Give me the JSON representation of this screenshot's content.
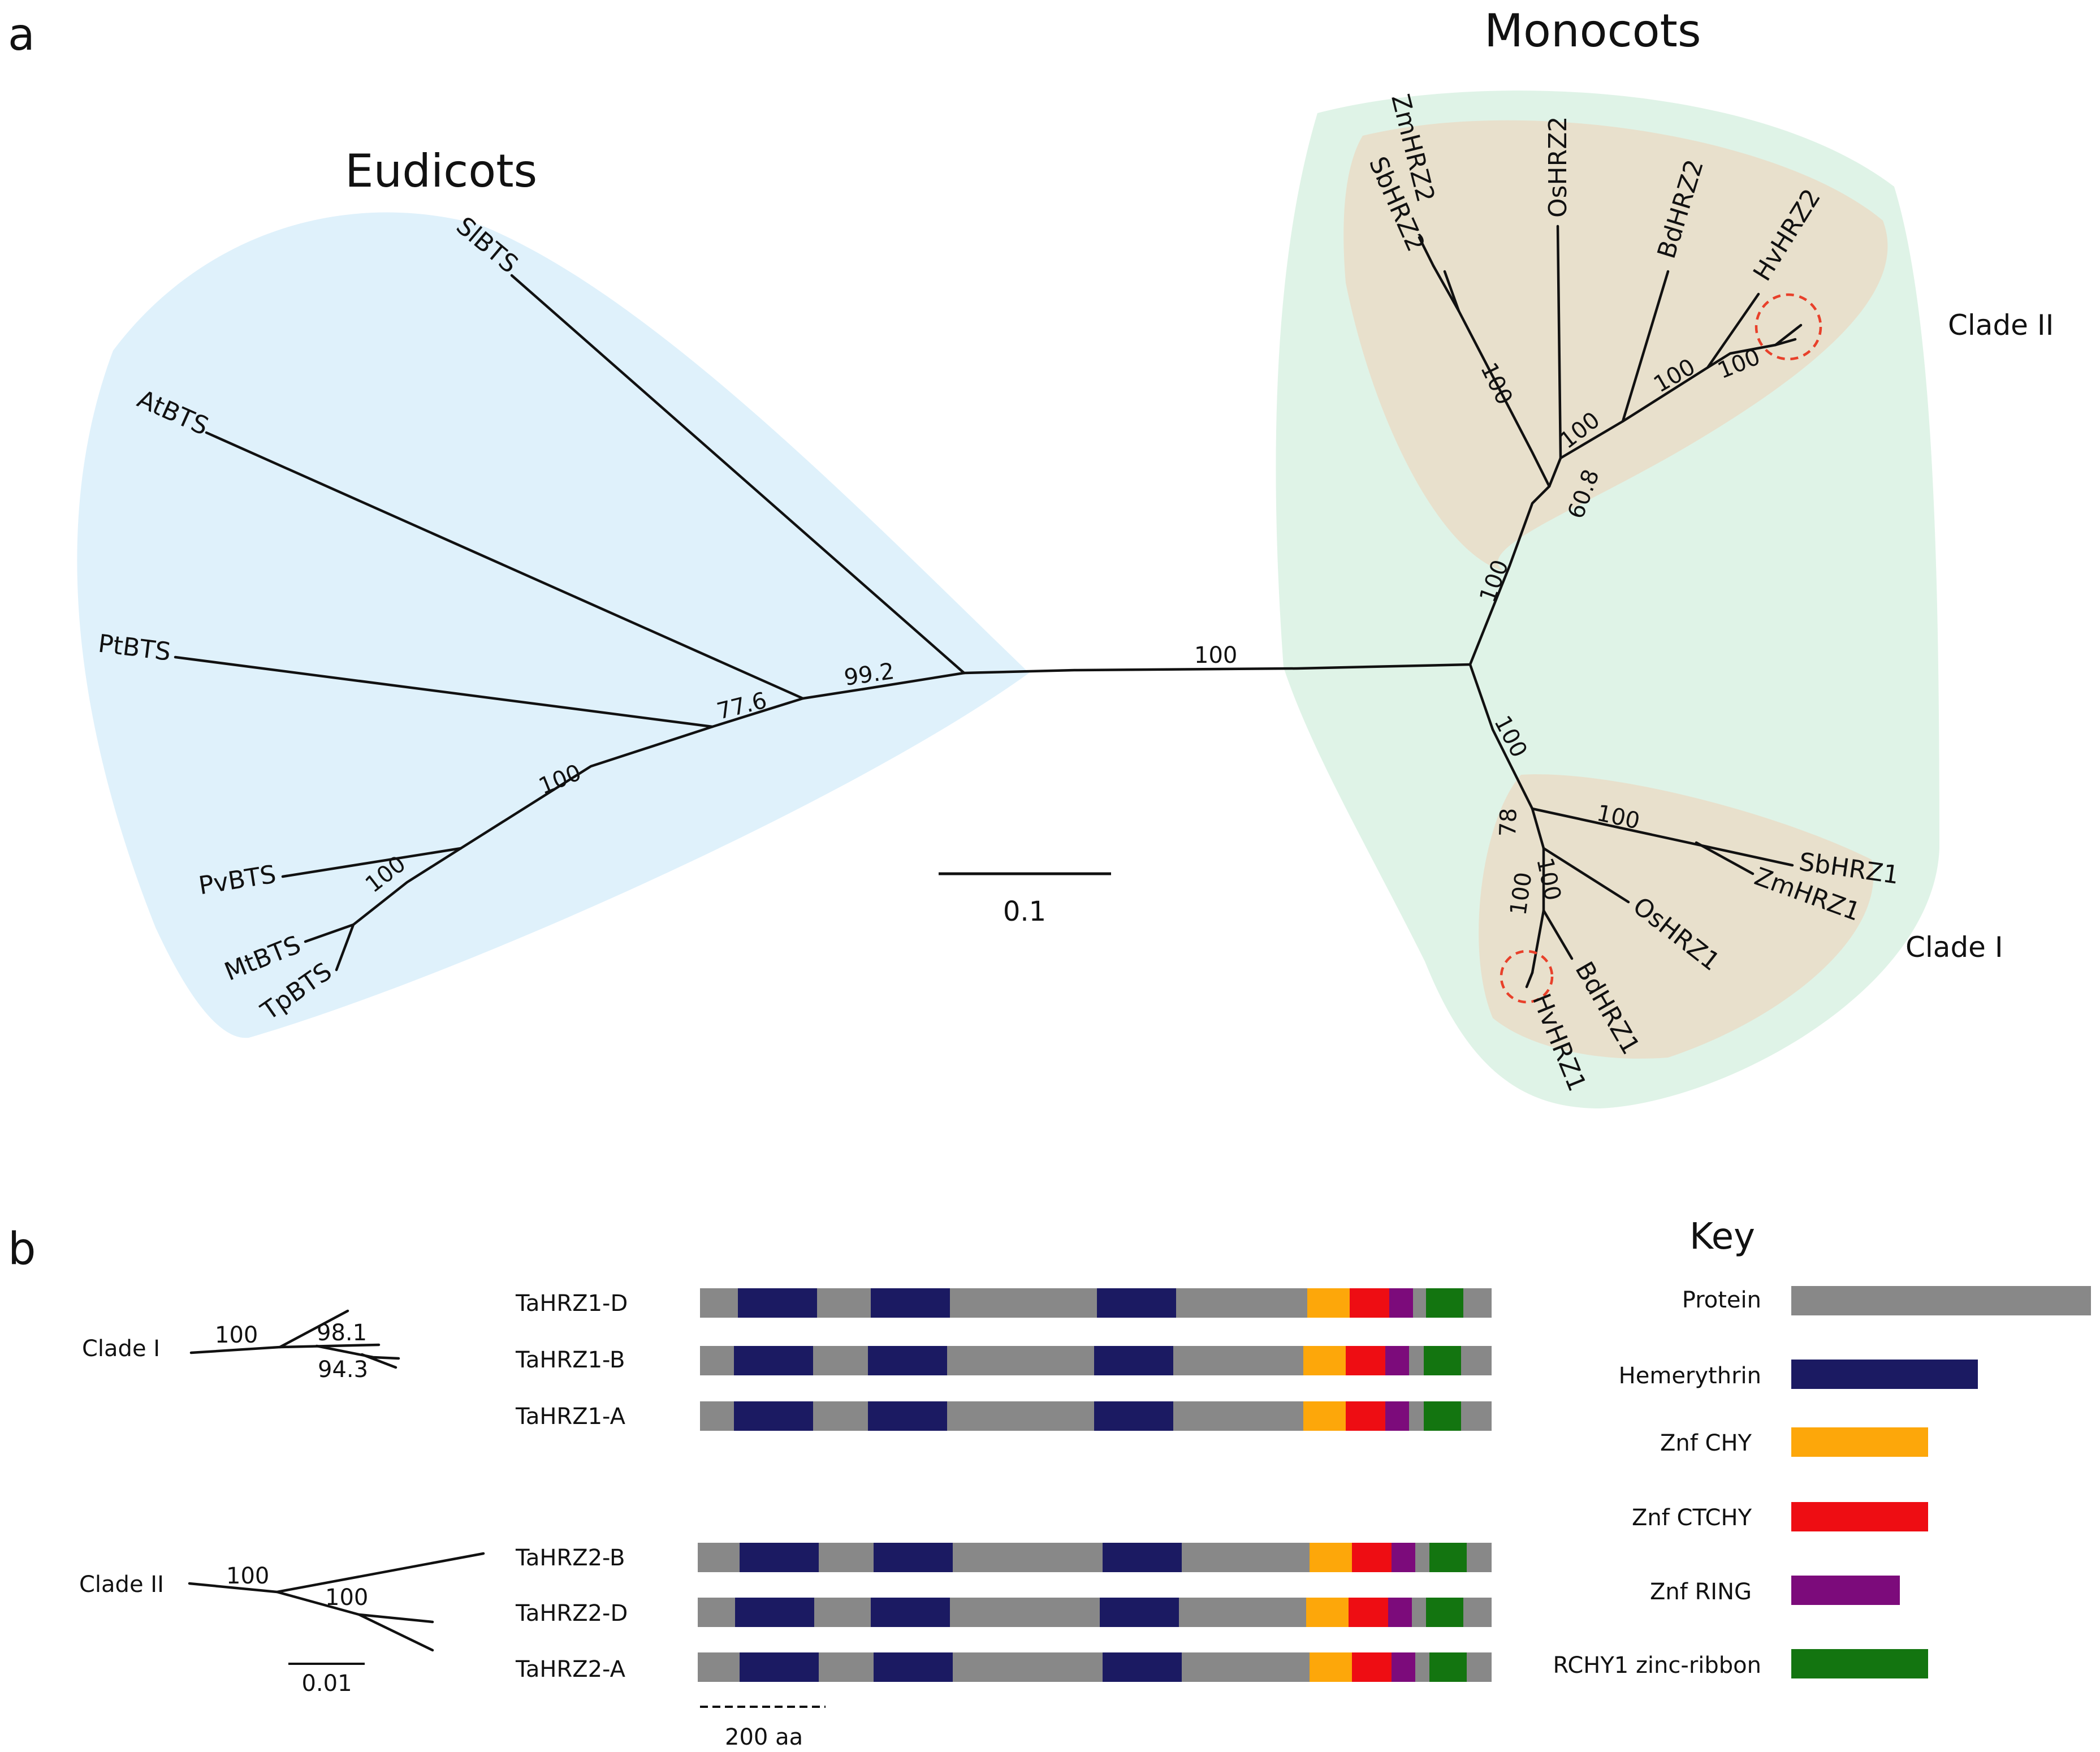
{
  "panel_a": {
    "label": "a",
    "groups": {
      "eudicots": "Eudicots",
      "monocots": "Monocots"
    },
    "clades": {
      "clade2": "Clade II",
      "clade1": "Clade I"
    },
    "eudicot_leaves": [
      "SlBTS",
      "AtBTS",
      "PtBTS",
      "PvBTS",
      "MtBTS",
      "TpBTS"
    ],
    "monocot_clade2_leaves": [
      "ZmHRZ2",
      "SbHRZ2",
      "OsHRZ2",
      "BdHRZ2",
      "HvHRZ2"
    ],
    "monocot_clade1_leaves": [
      "SbHRZ1",
      "ZmHRZ1",
      "OsHRZ1",
      "BdHRZ1",
      "HvHRZ1"
    ],
    "bootstraps": {
      "root": "100",
      "eud_992": "99.2",
      "eud_776": "77.6",
      "eud_100a": "100",
      "eud_100b": "100",
      "mono_clade2_base": "100",
      "mono_608": "60.8",
      "mono_sb_zm2": "100",
      "mono_bd2": "100",
      "mono_hv2a": "100",
      "mono_hv2b": "100",
      "mono_clade1_base": "100",
      "mono_78": "78",
      "mono_sb_zm1": "100",
      "mono_bd1": "100",
      "mono_hv1": "100"
    },
    "scale_bar": "0.1",
    "colors": {
      "eudicot_shade": "#dff1fb",
      "monocot_shade": "#dff3e7",
      "clade_shade": "#e8e0cc",
      "highlight_circle": "#e8402a"
    }
  },
  "panel_b": {
    "label": "b",
    "mini_trees": {
      "clade1_label": "Clade I",
      "clade1_boots": [
        "100",
        "98.1",
        "94.3"
      ],
      "clade2_label": "Clade II",
      "clade2_boots": [
        "100",
        "100"
      ],
      "scale": "0.01"
    },
    "genes": [
      "TaHRZ1-D",
      "TaHRZ1-B",
      "TaHRZ1-A",
      "TaHRZ2-B",
      "TaHRZ2-D",
      "TaHRZ2-A"
    ],
    "aa_scale": "200 aa",
    "key": {
      "title": "Key",
      "items": [
        {
          "label": "Protein",
          "color": "#888888"
        },
        {
          "label": "Hemerythrin",
          "color": "#1b1a62"
        },
        {
          "label": "Znf CHY",
          "color": "#fda70a"
        },
        {
          "label": "Znf CTCHY",
          "color": "#ee0d13"
        },
        {
          "label": "Znf RING",
          "color": "#7c0b7b"
        },
        {
          "label": "RCHY1 zinc-ribbon",
          "color": "#137510"
        }
      ]
    }
  }
}
